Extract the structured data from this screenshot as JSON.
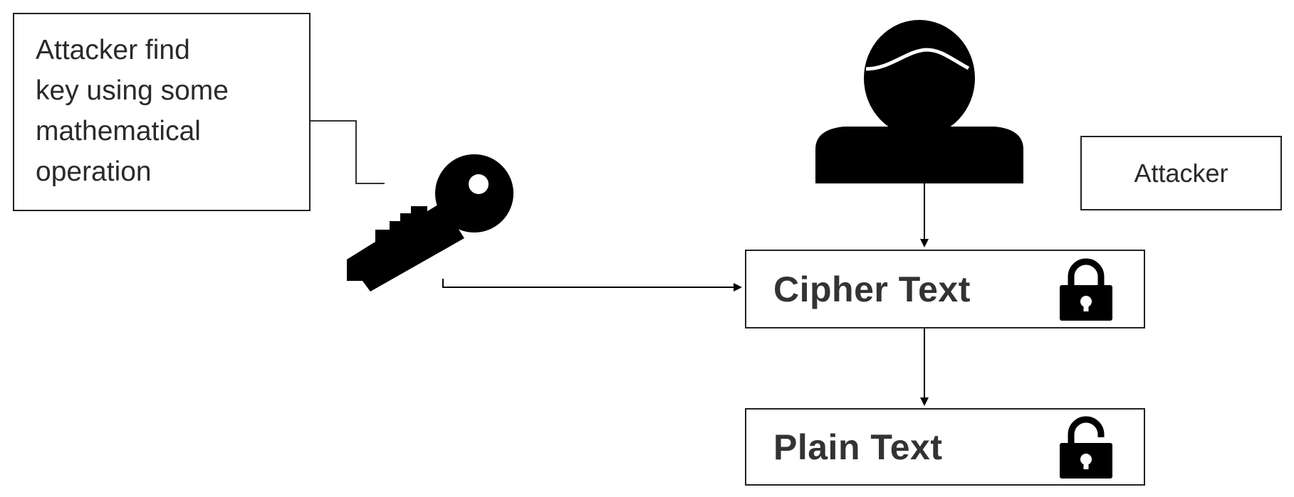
{
  "note": {
    "text": "Attacker find\nkey using some\nmathematical\noperation"
  },
  "attacker": {
    "label": "Attacker"
  },
  "cipher": {
    "label": "Cipher Text",
    "icon": "locked-padlock-icon"
  },
  "plain": {
    "label": "Plain Text",
    "icon": "unlocked-padlock-icon"
  },
  "icons": {
    "key": "key-icon",
    "person": "person-icon"
  },
  "colors": {
    "ink": "#000000",
    "border": "#222222",
    "text": "#2a2a2a"
  }
}
